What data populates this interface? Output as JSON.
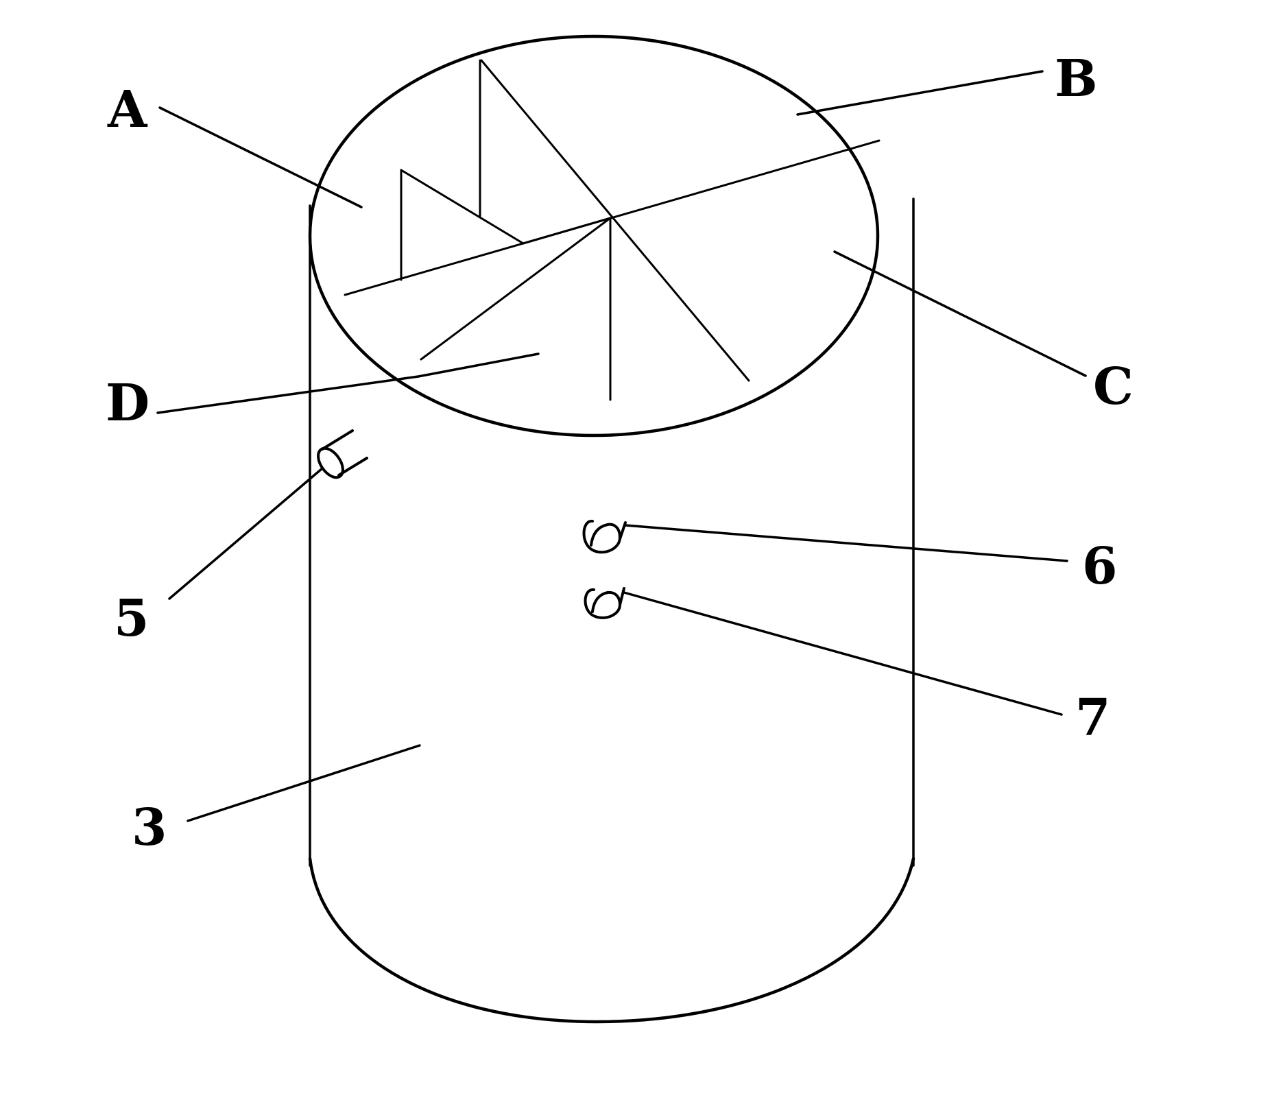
{
  "labels": {
    "A": "A",
    "B": "B",
    "C": "C",
    "D": "D",
    "p5": "5",
    "p6": "6",
    "p7": "7",
    "p3": "3"
  }
}
